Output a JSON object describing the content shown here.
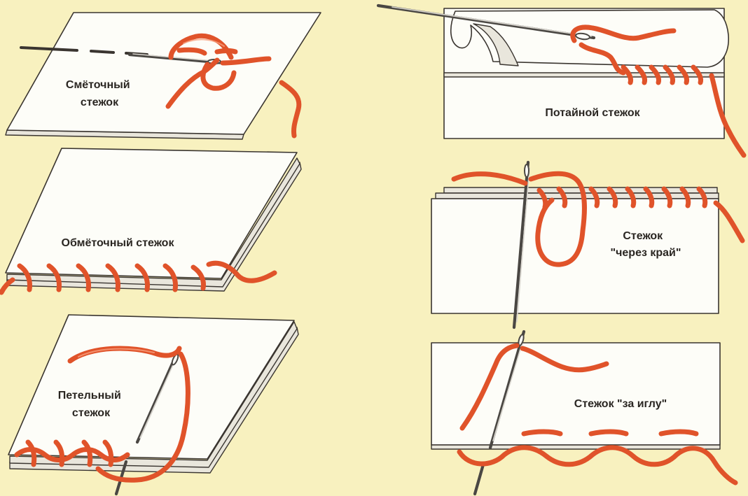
{
  "colors": {
    "background": "#f8f1bf",
    "fabric": "#fdfdf8",
    "thread": "#e0532a",
    "needle": "#4a4743",
    "outline": "#3a3530"
  },
  "panels": [
    {
      "id": "basting",
      "label_lines": [
        "Смёточный",
        "стежок"
      ]
    },
    {
      "id": "overcast",
      "label_lines": [
        "Обмёточный стежок"
      ]
    },
    {
      "id": "buttonhole",
      "label_lines": [
        "Петельный",
        "стежок"
      ]
    },
    {
      "id": "blind",
      "label_lines": [
        "Потайной стежок"
      ]
    },
    {
      "id": "over-edge",
      "label_lines": [
        "Стежок",
        "\"через край\""
      ]
    },
    {
      "id": "backstitch",
      "label_lines": [
        "Стежок \"за иглу\""
      ]
    }
  ]
}
